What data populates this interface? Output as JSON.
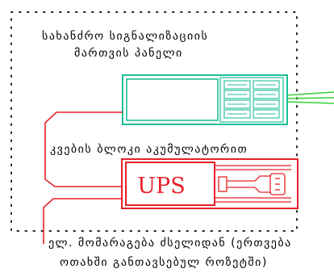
{
  "diagram": {
    "panel_label_line1": "სახანძრო სიგნალიზაციის",
    "panel_label_line2": "მართვის პანელი",
    "battery_label": "კვების ბლოკი აკუმულატორით",
    "ups_label": "UPS",
    "mains_label_line1": "ელ. მომარაგება ძსელიდან (ერთვება",
    "mains_label_line2": "ოთახში განთავსებულ როზეტში)"
  },
  "colors": {
    "panel_stroke": "#1fbf9a",
    "ups_stroke": "#e8202a",
    "output_wires": "#3ad13a",
    "boundary": "#222222"
  }
}
